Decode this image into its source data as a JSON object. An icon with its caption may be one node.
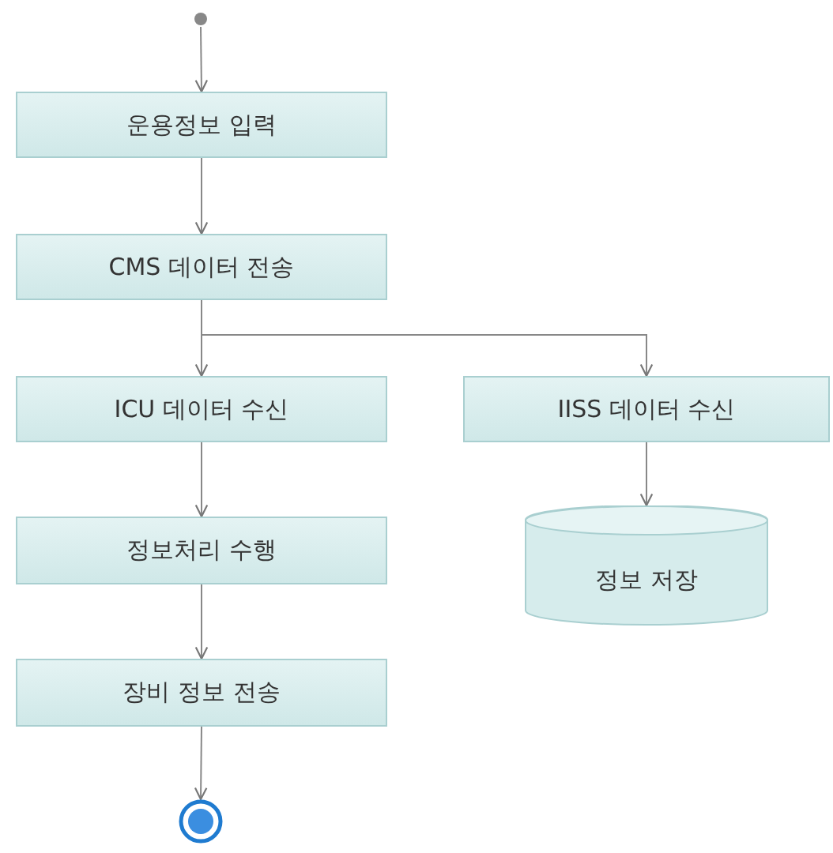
{
  "diagram": {
    "nodes": [
      {
        "text": [],
        "shape": "circle"
      },
      {
        "text": [
          "운용정보 입력"
        ]
      },
      {
        "text": [
          "CMS 데이터 전송"
        ]
      },
      {
        "text": [
          "ICU 데이터 수신"
        ]
      },
      {
        "text": [
          "IISS 데이터 수신"
        ]
      },
      {
        "text": [
          "정보처리 수행"
        ]
      },
      {
        "text": [
          "정보 저장"
        ]
      },
      {
        "text": [
          "장비 정보 전송"
        ]
      },
      {
        "text": [],
        "shape": "bullseye"
      }
    ],
    "edges": [
      {
        "from": 0,
        "to": 1,
        "arrow": "to"
      },
      {
        "from": 1,
        "to": 2,
        "arrow": "to"
      },
      {
        "from": 2,
        "to": 3,
        "arrow": "to"
      },
      {
        "from": 2,
        "to": 4,
        "arrow": "to"
      },
      {
        "from": 3,
        "to": 5,
        "arrow": "to"
      },
      {
        "from": 4,
        "to": 6,
        "arrow": "to"
      },
      {
        "from": 5,
        "to": 7,
        "arrow": "to"
      },
      {
        "from": 7,
        "to": 8,
        "arrow": "to"
      }
    ]
  }
}
